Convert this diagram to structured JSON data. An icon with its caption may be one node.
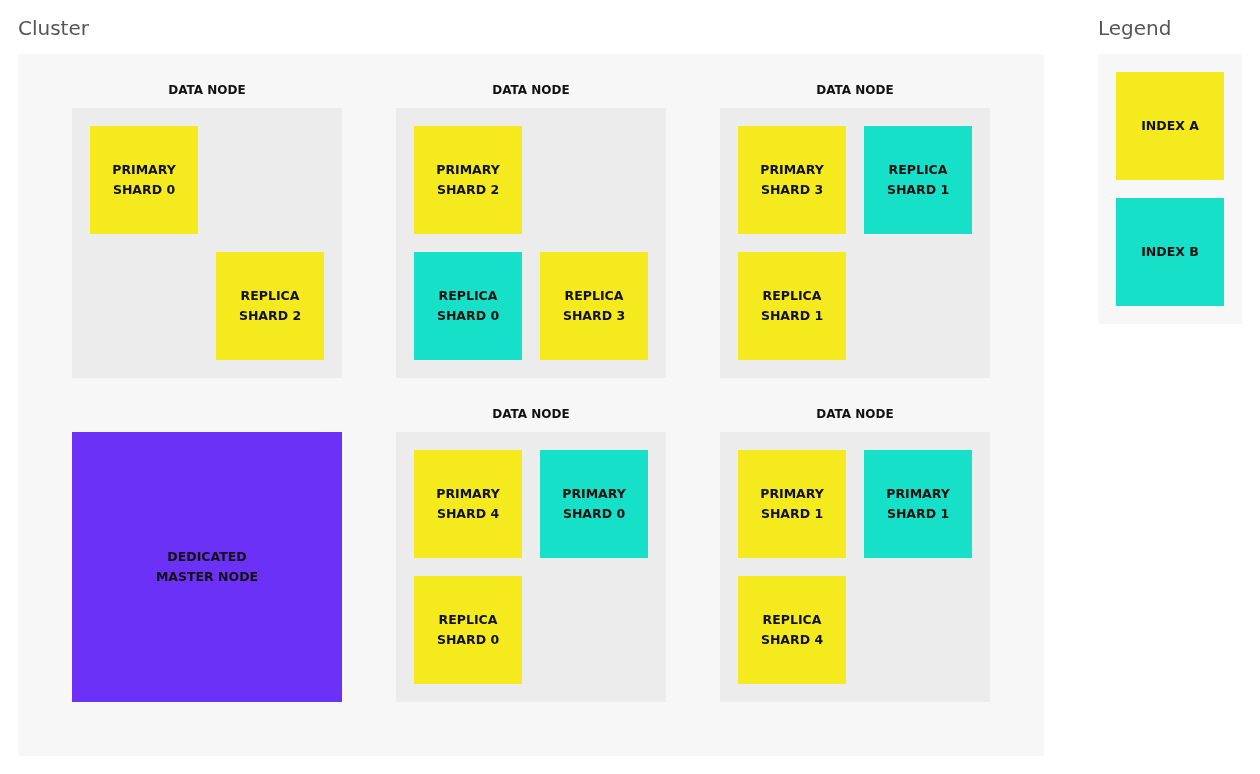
{
  "diagram": {
    "nodes": [
      {
        "text": [
          "Cluster"
        ]
      },
      {
        "text": [
          "DATA NODE"
        ],
        "in": 0
      },
      {
        "text": [
          "PRIMARY SHARD 0"
        ],
        "in": 1
      },
      {
        "text": [
          "REPLICA SHARD 2"
        ],
        "in": 1
      },
      {
        "text": [
          "DATA NODE"
        ],
        "in": 0
      },
      {
        "text": [
          "PRIMARY SHARD 2"
        ],
        "in": 4
      },
      {
        "text": [
          "REPLICA SHARD 0"
        ],
        "in": 4
      },
      {
        "text": [
          "REPLICA SHARD 3"
        ],
        "in": 4
      },
      {
        "text": [
          "DATA NODE"
        ],
        "in": 0
      },
      {
        "text": [
          "PRIMARY SHARD 3"
        ],
        "in": 8
      },
      {
        "text": [
          "REPLICA SHARD 1"
        ],
        "in": 8
      },
      {
        "text": [
          "REPLICA SHARD 1"
        ],
        "in": 8
      },
      {
        "text": [
          "DEDICATED MASTER NODE"
        ],
        "in": 0
      },
      {
        "text": [
          "DATA NODE"
        ],
        "in": 0
      },
      {
        "text": [
          "PRIMARY SHARD 4"
        ],
        "in": 13
      },
      {
        "text": [
          "PRIMARY SHARD 0"
        ],
        "in": 13
      },
      {
        "text": [
          "REPLICA SHARD 0"
        ],
        "in": 13
      },
      {
        "text": [
          "DATA NODE"
        ],
        "in": 0
      },
      {
        "text": [
          "PRIMARY SHARD 1"
        ],
        "in": 17
      },
      {
        "text": [
          "PRIMARY SHARD 1"
        ],
        "in": 17
      },
      {
        "text": [
          "REPLICA SHARD 4"
        ],
        "in": 17
      }
    ],
    "labels": [
      "Legend"
    ],
    "legend": [
      {
        "text": "INDEX A",
        "color": "#f5ea1e"
      },
      {
        "text": "INDEX B",
        "color": "#16e0c8"
      }
    ]
  }
}
